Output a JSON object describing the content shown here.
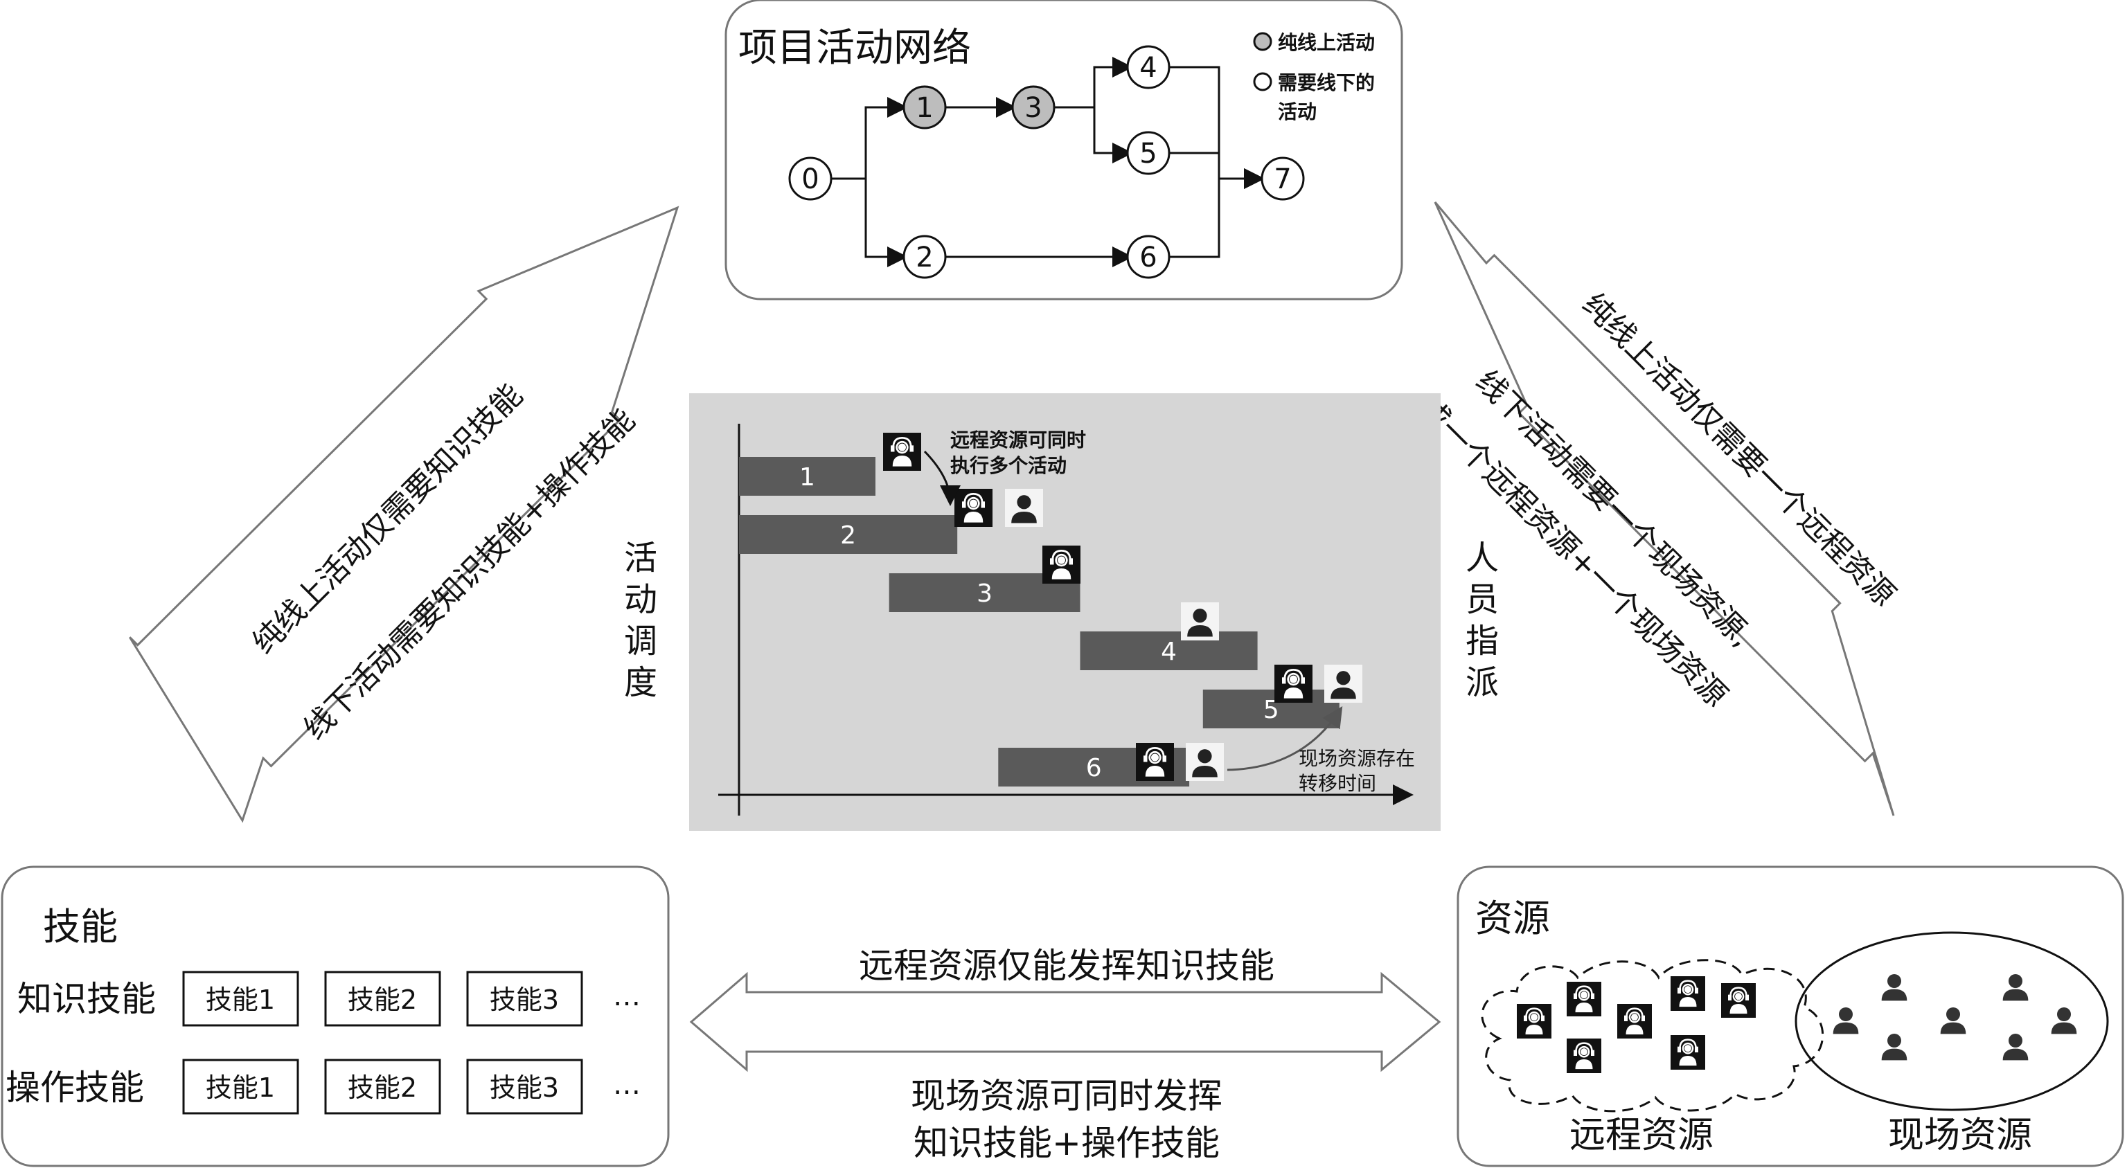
{
  "network": {
    "title": "项目活动网络",
    "nodes": [
      {
        "label": "0",
        "kind": "offline"
      },
      {
        "label": "1",
        "kind": "online"
      },
      {
        "label": "3",
        "kind": "online"
      },
      {
        "label": "4",
        "kind": "offline"
      },
      {
        "label": "5",
        "kind": "offline"
      },
      {
        "label": "7",
        "kind": "offline"
      },
      {
        "label": "2",
        "kind": "offline"
      },
      {
        "label": "6",
        "kind": "offline"
      }
    ],
    "legend": {
      "online": "纯线上活动",
      "offline_line1": "需要线下的",
      "offline_line2": "活动"
    }
  },
  "arrows": {
    "left_outer": "纯线上活动仅需要知识技能",
    "left_inner": "线下活动需要知识技能+操作技能",
    "right_outer": "纯线上活动仅需要一个远程资源",
    "right_inner_1": "线下活动需要一个现场资源,",
    "right_inner_2": "或一个远程资源+一个现场资源",
    "bottom_top": "远程资源仅能发挥知识技能",
    "bottom_bottom_1": "现场资源可同时发挥",
    "bottom_bottom_2": "知识技能+操作技能"
  },
  "side_labels": {
    "schedule": [
      "活",
      "动",
      "调",
      "度"
    ],
    "assignment": [
      "人",
      "员",
      "指",
      "派"
    ]
  },
  "gantt": {
    "bars": [
      {
        "label": "1",
        "start": 0,
        "end": 1.0
      },
      {
        "label": "2",
        "start": 0,
        "end": 1.6
      },
      {
        "label": "3",
        "start": 1.1,
        "end": 2.5
      },
      {
        "label": "4",
        "start": 2.5,
        "end": 3.8
      },
      {
        "label": "5",
        "start": 3.4,
        "end": 4.4
      },
      {
        "label": "6",
        "start": 1.9,
        "end": 3.3
      }
    ],
    "note1_line1": "远程资源可同时",
    "note1_line2": "执行多个活动",
    "note2_line1": "现场资源存在",
    "note2_line2": "转移时间"
  },
  "skills": {
    "title": "技能",
    "row1_label": "知识技能",
    "row2_label": "操作技能",
    "row1": [
      "技能1",
      "技能2",
      "技能3"
    ],
    "row2": [
      "技能1",
      "技能2",
      "技能3"
    ],
    "ellipsis": "…"
  },
  "resources": {
    "title": "资源",
    "remote_label": "远程资源",
    "onsite_label": "现场资源"
  }
}
